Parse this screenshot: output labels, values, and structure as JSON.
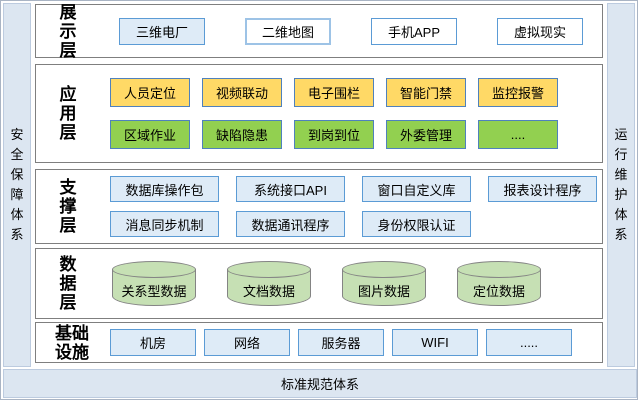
{
  "frame": {
    "left_bar": "安全保障体系",
    "right_bar": "运行维护体系",
    "bottom_bar": "标准规范体系"
  },
  "colors": {
    "pillar_fill": "#dce6f1",
    "box_blue_fill": "#deebf7",
    "box_blue_border": "#5b9bd5",
    "box_yellow_fill": "#ffd966",
    "box_green_fill": "#92d050",
    "cylinder_fill": "#c6e0b4",
    "layer_border": "#7f7f7f"
  },
  "layers": [
    {
      "label": "展示层",
      "rows": [
        [
          "三维电厂",
          "二维地图",
          "手机APP",
          "虚拟现实"
        ]
      ]
    },
    {
      "label": "应用层",
      "rows": [
        [
          "人员定位",
          "视频联动",
          "电子围栏",
          "智能门禁",
          "监控报警"
        ],
        [
          "区域作业",
          "缺陷隐患",
          "到岗到位",
          "外委管理",
          "...."
        ]
      ]
    },
    {
      "label": "支撑层",
      "rows": [
        [
          "数据库操作包",
          "系统接口API",
          "窗口自定义库",
          "报表设计程序"
        ],
        [
          "消息同步机制",
          "数据通讯程序",
          "身份权限认证"
        ]
      ]
    },
    {
      "label": "数据层",
      "cylinders": [
        "关系型数据",
        "文档数据",
        "图片数据",
        "定位数据"
      ]
    },
    {
      "label": "基础设施",
      "rows": [
        [
          "机房",
          "网络",
          "服务器",
          "WIFI",
          "....."
        ]
      ]
    }
  ]
}
